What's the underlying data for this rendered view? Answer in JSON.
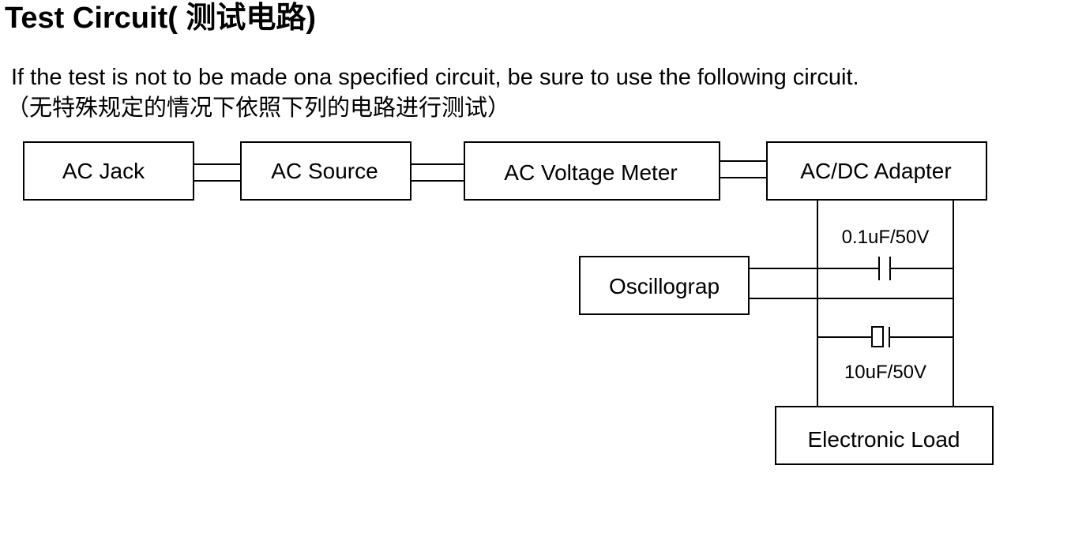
{
  "header": {
    "title": "Test Circuit( 测试电路)",
    "description_en": "If the test is not to be made ona  specified circuit, be sure to use the following circuit.",
    "description_cn": "（无特殊规定的情况下依照下列的电路进行测试）"
  },
  "diagram": {
    "blocks": {
      "ac_jack": "AC Jack",
      "ac_source": "AC Source",
      "ac_voltage_meter": "AC Voltage Meter",
      "acdc_adapter": "AC/DC Adapter",
      "oscillograph": "Oscillograp",
      "electronic_load": "Electronic Load"
    },
    "components": {
      "capacitor_small": "0.1uF/50V",
      "capacitor_electrolytic": "10uF/50V"
    }
  }
}
